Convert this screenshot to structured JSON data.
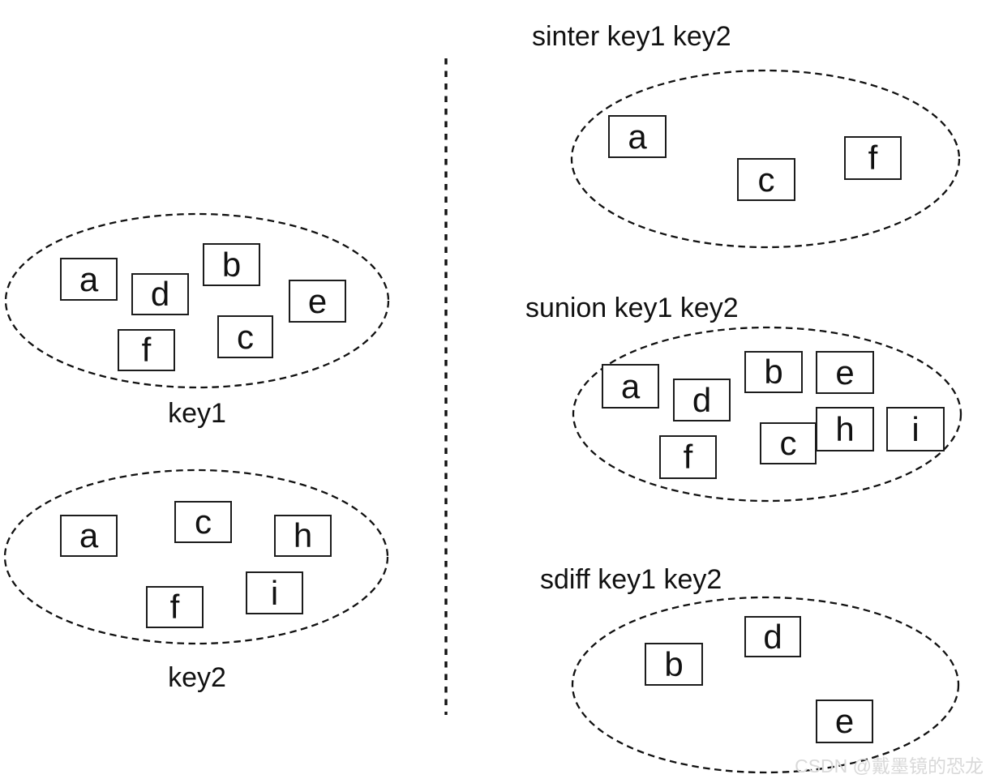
{
  "commands": {
    "sinter": "sinter key1 key2",
    "sunion": "sunion key1 key2",
    "sdiff": "sdiff key1 key2"
  },
  "sets": {
    "key1": {
      "label": "key1",
      "items": [
        "a",
        "d",
        "b",
        "e",
        "f",
        "c"
      ]
    },
    "key2": {
      "label": "key2",
      "items": [
        "a",
        "c",
        "h",
        "f",
        "i"
      ]
    },
    "sinter_result": {
      "items": [
        "a",
        "c",
        "f"
      ]
    },
    "sunion_result": {
      "items": [
        "a",
        "d",
        "b",
        "e",
        "f",
        "c",
        "h",
        "i"
      ]
    },
    "sdiff_result": {
      "items": [
        "b",
        "d",
        "e"
      ]
    }
  },
  "watermark": "CSDN @戴墨镜的恐龙",
  "colors": {
    "stroke": "#111111",
    "watermark": "#d9d9d9"
  }
}
